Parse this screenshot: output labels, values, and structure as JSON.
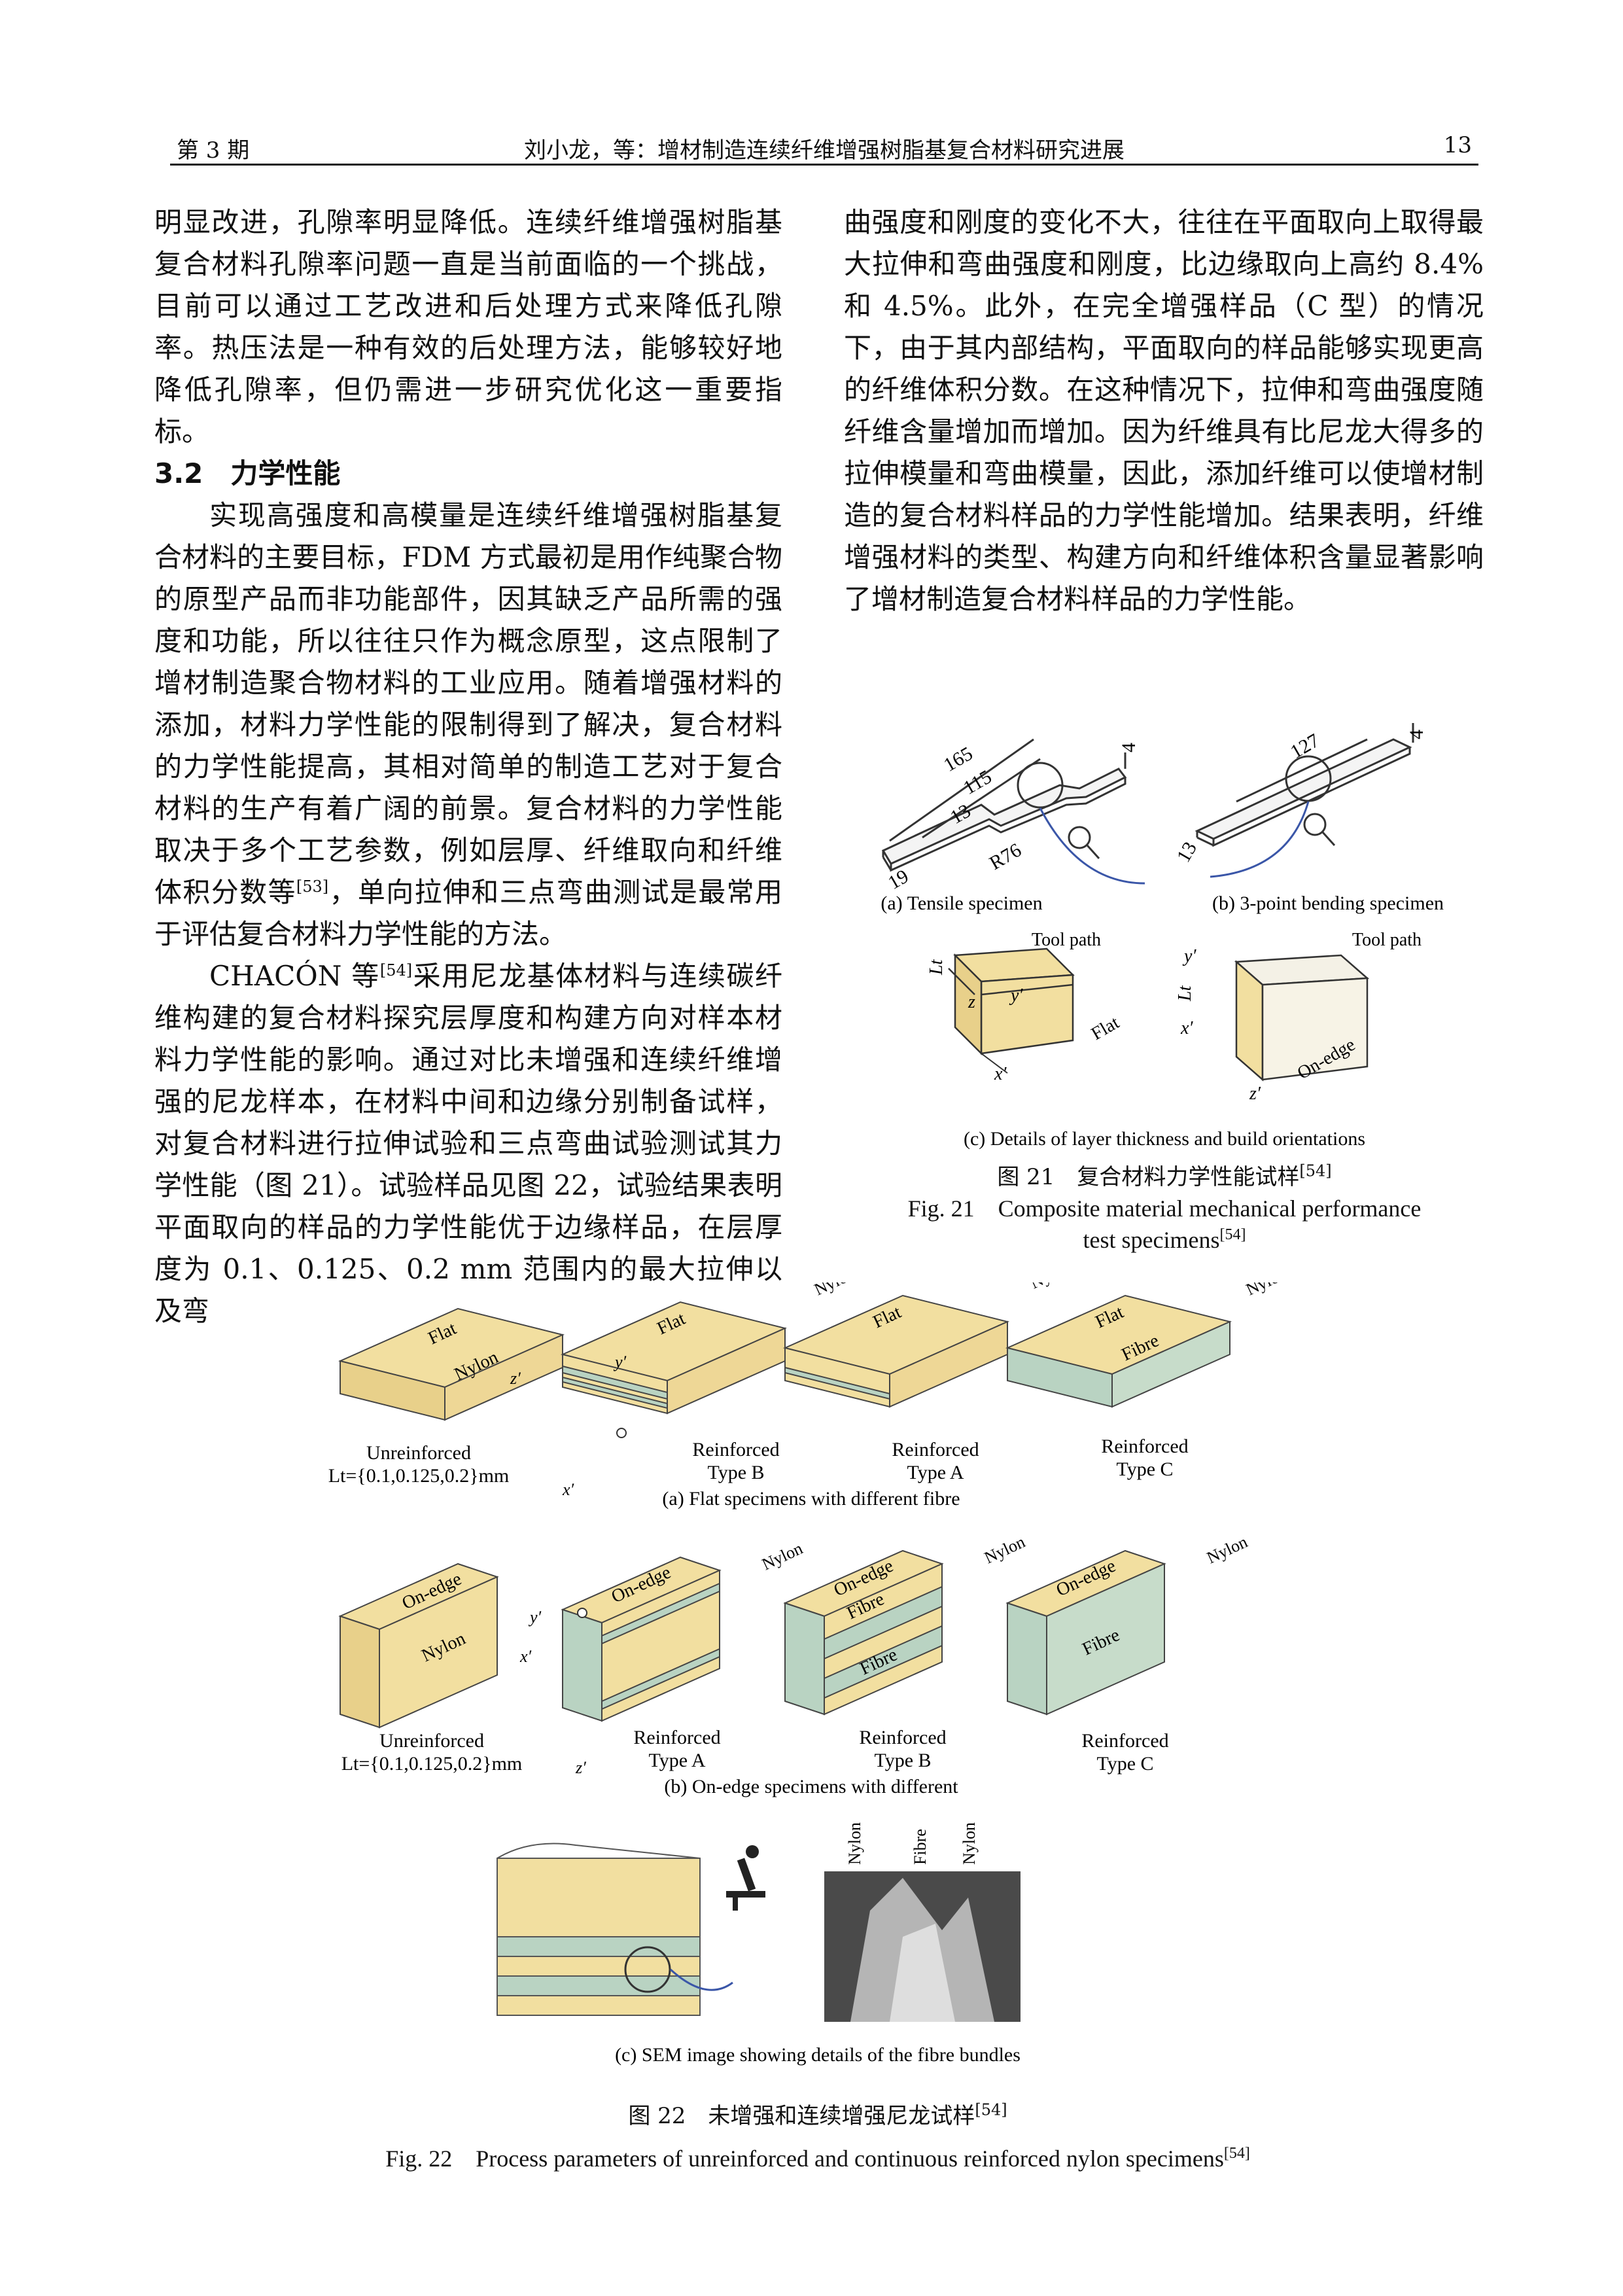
{
  "header": {
    "issue": "第 3 期",
    "title": "刘小龙，等：增材制造连续纤维增强树脂基复合材料研究进展",
    "page": "13"
  },
  "col1": {
    "p1": "明显改进，孔隙率明显降低。连续纤维增强树脂基复合材料孔隙率问题一直是当前面临的一个挑战，目前可以通过工艺改进和后处理方式来降低孔隙率。热压法是一种有效的后处理方法，能够较好地降低孔隙率，但仍需进一步研究优化这一重要指标。",
    "section": "3.2　力学性能",
    "p2a": "实现高强度和高模量是连续纤维增强树脂基复合材料的主要目标，FDM 方式最初是用作纯聚合物的原型产品而非功能部件，因其缺乏产品所需的强度和功能，所以往往只作为概念原型，这点限制了增材制造聚合物材料的工业应用。随着增强材料的添加，材料力学性能的限制得到了解决，复合材料的力学性能提高，其相对简单的制造工艺对于复合材料的生产有着广阔的前景。复合材料的力学性能取决于多个工艺参数，例如层厚、纤维取向和纤维体积分数等",
    "p2ref": "[53]",
    "p2b": "，单向拉伸和三点弯曲测试是最常用于评估复合材料力学性能的方法。",
    "p3a": "CHACÓN 等",
    "p3ref": "[54]",
    "p3b": "采用尼龙基体材料与连续碳纤维构建的复合材料探究层厚度和构建方向对样本材料力学性能的影响。通过对比未增强和连续纤维增强的尼龙样本，在材料中间和边缘分别制备试样，对复合材料进行拉伸试验和三点弯曲试验测试其力学性能（图 21）。试验样品见图 22，试验结果表明平面取向的样品的力学性能优于边缘样品，在层厚度为 0.1、0.125、0.2 mm 范围内的最大拉伸以及弯"
  },
  "col2": {
    "p1": "曲强度和刚度的变化不大，往往在平面取向上取得最大拉伸和弯曲强度和刚度，比边缘取向上高约 8.4%和 4.5%。此外，在完全增强样品（C 型）的情况下，由于其内部结构，平面取向的样品能够实现更高的纤维体积分数。在这种情况下，拉伸和弯曲强度随纤维含量增加而增加。因为纤维具有比尼龙大得多的拉伸模量和弯曲模量，因此，添加纤维可以使增材制造的复合材料样品的力学性能增加。结果表明，纤维增强材料的类型、构建方向和纤维体积含量显著影响了增材制造复合材料样品的力学性能。"
  },
  "fig21": {
    "dims": {
      "d165": "165",
      "d115": "115",
      "d13a": "13",
      "r76": "R76",
      "d19": "19",
      "d4a": "4",
      "d127": "127",
      "d4b": "4",
      "d13b": "13"
    },
    "sub_a": "(a) Tensile specimen",
    "sub_b": "(b) 3-point bending specimen",
    "tool_path": "Tool path",
    "flat": "Flat",
    "on_edge": "On-edge",
    "lt": "Lt",
    "y1": "y′",
    "z1": "z",
    "x1": "x′",
    "y2": "y′",
    "x2": "x′",
    "z2": "z′",
    "sub_c": "(c) Details of layer thickness and build orientations",
    "cap_cn": "图 21　复合材料力学性能试样",
    "cap_ref": "[54]",
    "cap_en1": "Fig. 21　Composite material mechanical performance",
    "cap_en2": "test specimens",
    "cap_en_ref": "[54]"
  },
  "fig22": {
    "flat": "Flat",
    "on_edge": "On-edge",
    "nylon": "Nylon",
    "fibre": "Fibre",
    "unreinforced": "Unreinforced",
    "lt_range": "Lt={0.1,0.125,0.2}mm",
    "reinforced": "Reinforced",
    "type_a": "Type A",
    "type_b": "Type B",
    "type_c": "Type C",
    "axis_y": "y′",
    "axis_z": "z′",
    "axis_x": "x′",
    "sub_a": "(a) Flat specimens with different fibre",
    "sub_b": "(b) On-edge specimens with different",
    "sub_c": "(c) SEM image showing details of the fibre bundles",
    "cap_cn": "图 22　未增强和连续增强尼龙试样",
    "cap_ref": "[54]",
    "cap_en": "Fig. 22　Process parameters of unreinforced and continuous reinforced nylon specimens",
    "cap_en_ref": "[54]"
  },
  "colors": {
    "nylon": "#f2dfa0",
    "fibre": "#b9d3c2",
    "line": "#333333",
    "arrow": "#3a56a8"
  }
}
